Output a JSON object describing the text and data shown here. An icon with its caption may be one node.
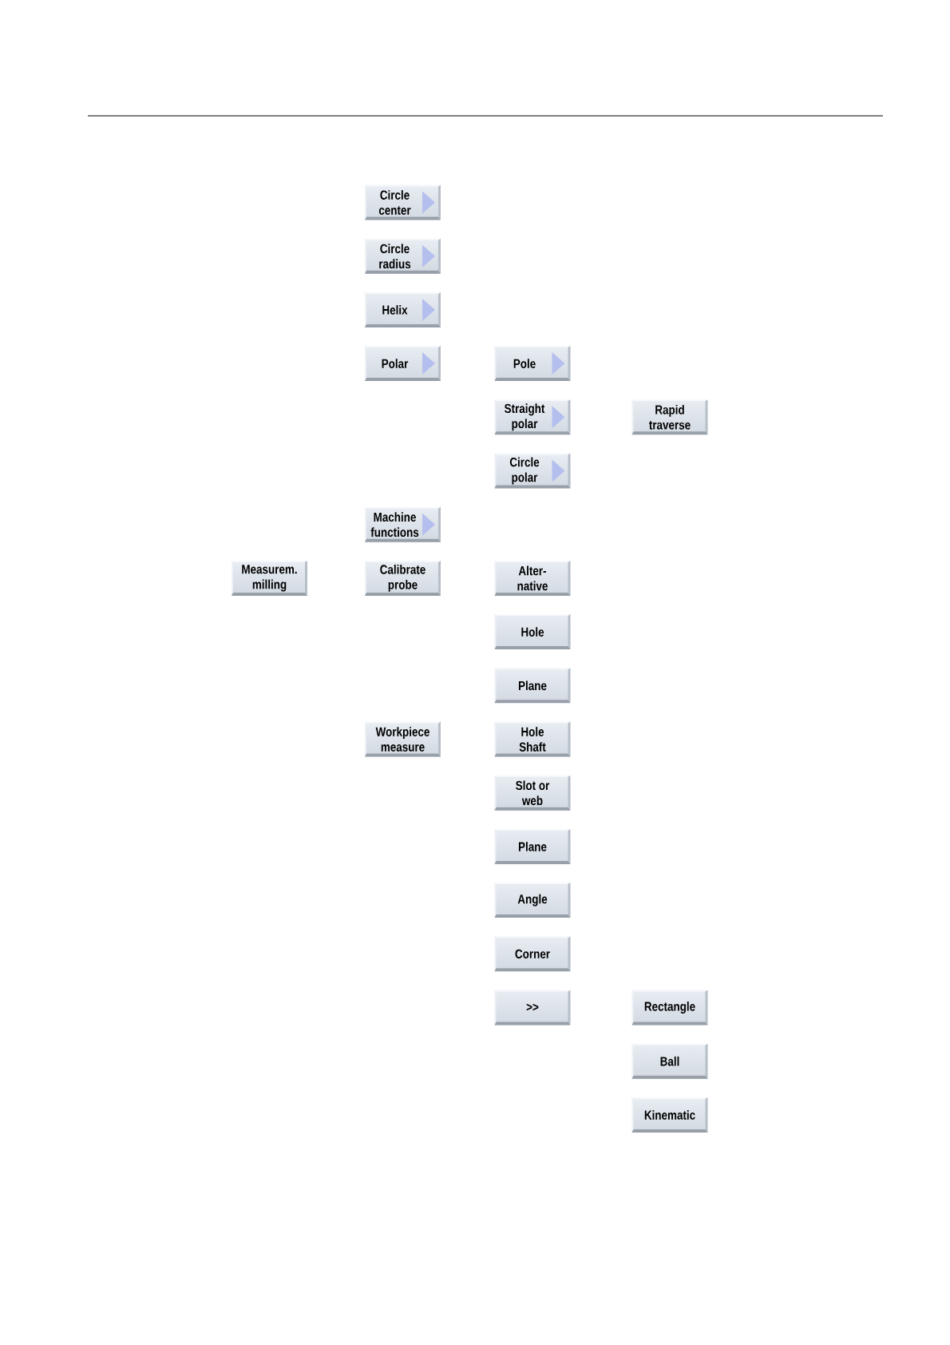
{
  "diagram": {
    "nodes": [
      {
        "text": [
          "Circle center"
        ]
      },
      {
        "text": [
          "Circle radius"
        ]
      },
      {
        "text": [
          "Helix"
        ]
      },
      {
        "text": [
          "Polar"
        ]
      },
      {
        "text": [
          "Pole"
        ]
      },
      {
        "text": [
          "Straight polar"
        ]
      },
      {
        "text": [
          "Rapid traverse"
        ]
      },
      {
        "text": [
          "Circle polar"
        ]
      },
      {
        "text": [
          "Machine functions"
        ]
      },
      {
        "text": [
          "Measurem. milling"
        ]
      },
      {
        "text": [
          "Calibrate probe"
        ]
      },
      {
        "text": [
          "Alter- native"
        ]
      },
      {
        "text": [
          "Hole"
        ]
      },
      {
        "text": [
          "Plane"
        ]
      },
      {
        "text": [
          "Workpiece measure"
        ]
      },
      {
        "text": [
          "Hole Shaft"
        ]
      },
      {
        "text": [
          "Slot or web"
        ]
      },
      {
        "text": [
          "Plane"
        ]
      },
      {
        "text": [
          "Angle"
        ]
      },
      {
        "text": [
          "Corner"
        ]
      },
      {
        "text": [
          ">>"
        ]
      },
      {
        "text": [
          "Rectangle"
        ]
      },
      {
        "text": [
          "Ball"
        ]
      },
      {
        "text": [
          "Kinematic"
        ]
      }
    ]
  }
}
